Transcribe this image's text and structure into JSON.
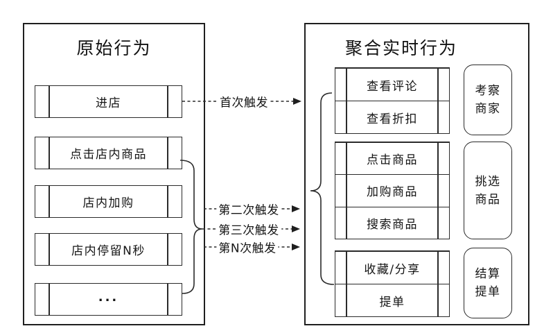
{
  "colors": {
    "line": "#2a2a2a",
    "background": "#ffffff",
    "text": "#151515"
  },
  "left_panel": {
    "title": "原始行为",
    "items": [
      "进店",
      "点击店内商品",
      "店内加购",
      "店内停留N秒",
      "..."
    ]
  },
  "arrows": {
    "first": "首次触发",
    "second": "第二次触发",
    "third": "第三次触发",
    "nth": "第N次触发"
  },
  "right_panel": {
    "title": "聚合实时行为",
    "groups": [
      {
        "rows": [
          "查看评论",
          "查看折扣"
        ],
        "category_lines": [
          "考察",
          "商家"
        ]
      },
      {
        "rows": [
          "点击商品",
          "加购商品",
          "搜索商品"
        ],
        "category_lines": [
          "挑选",
          "商品"
        ]
      },
      {
        "rows": [
          "收藏/分享",
          "提单"
        ],
        "category_lines": [
          "结算",
          "提单"
        ]
      }
    ]
  }
}
